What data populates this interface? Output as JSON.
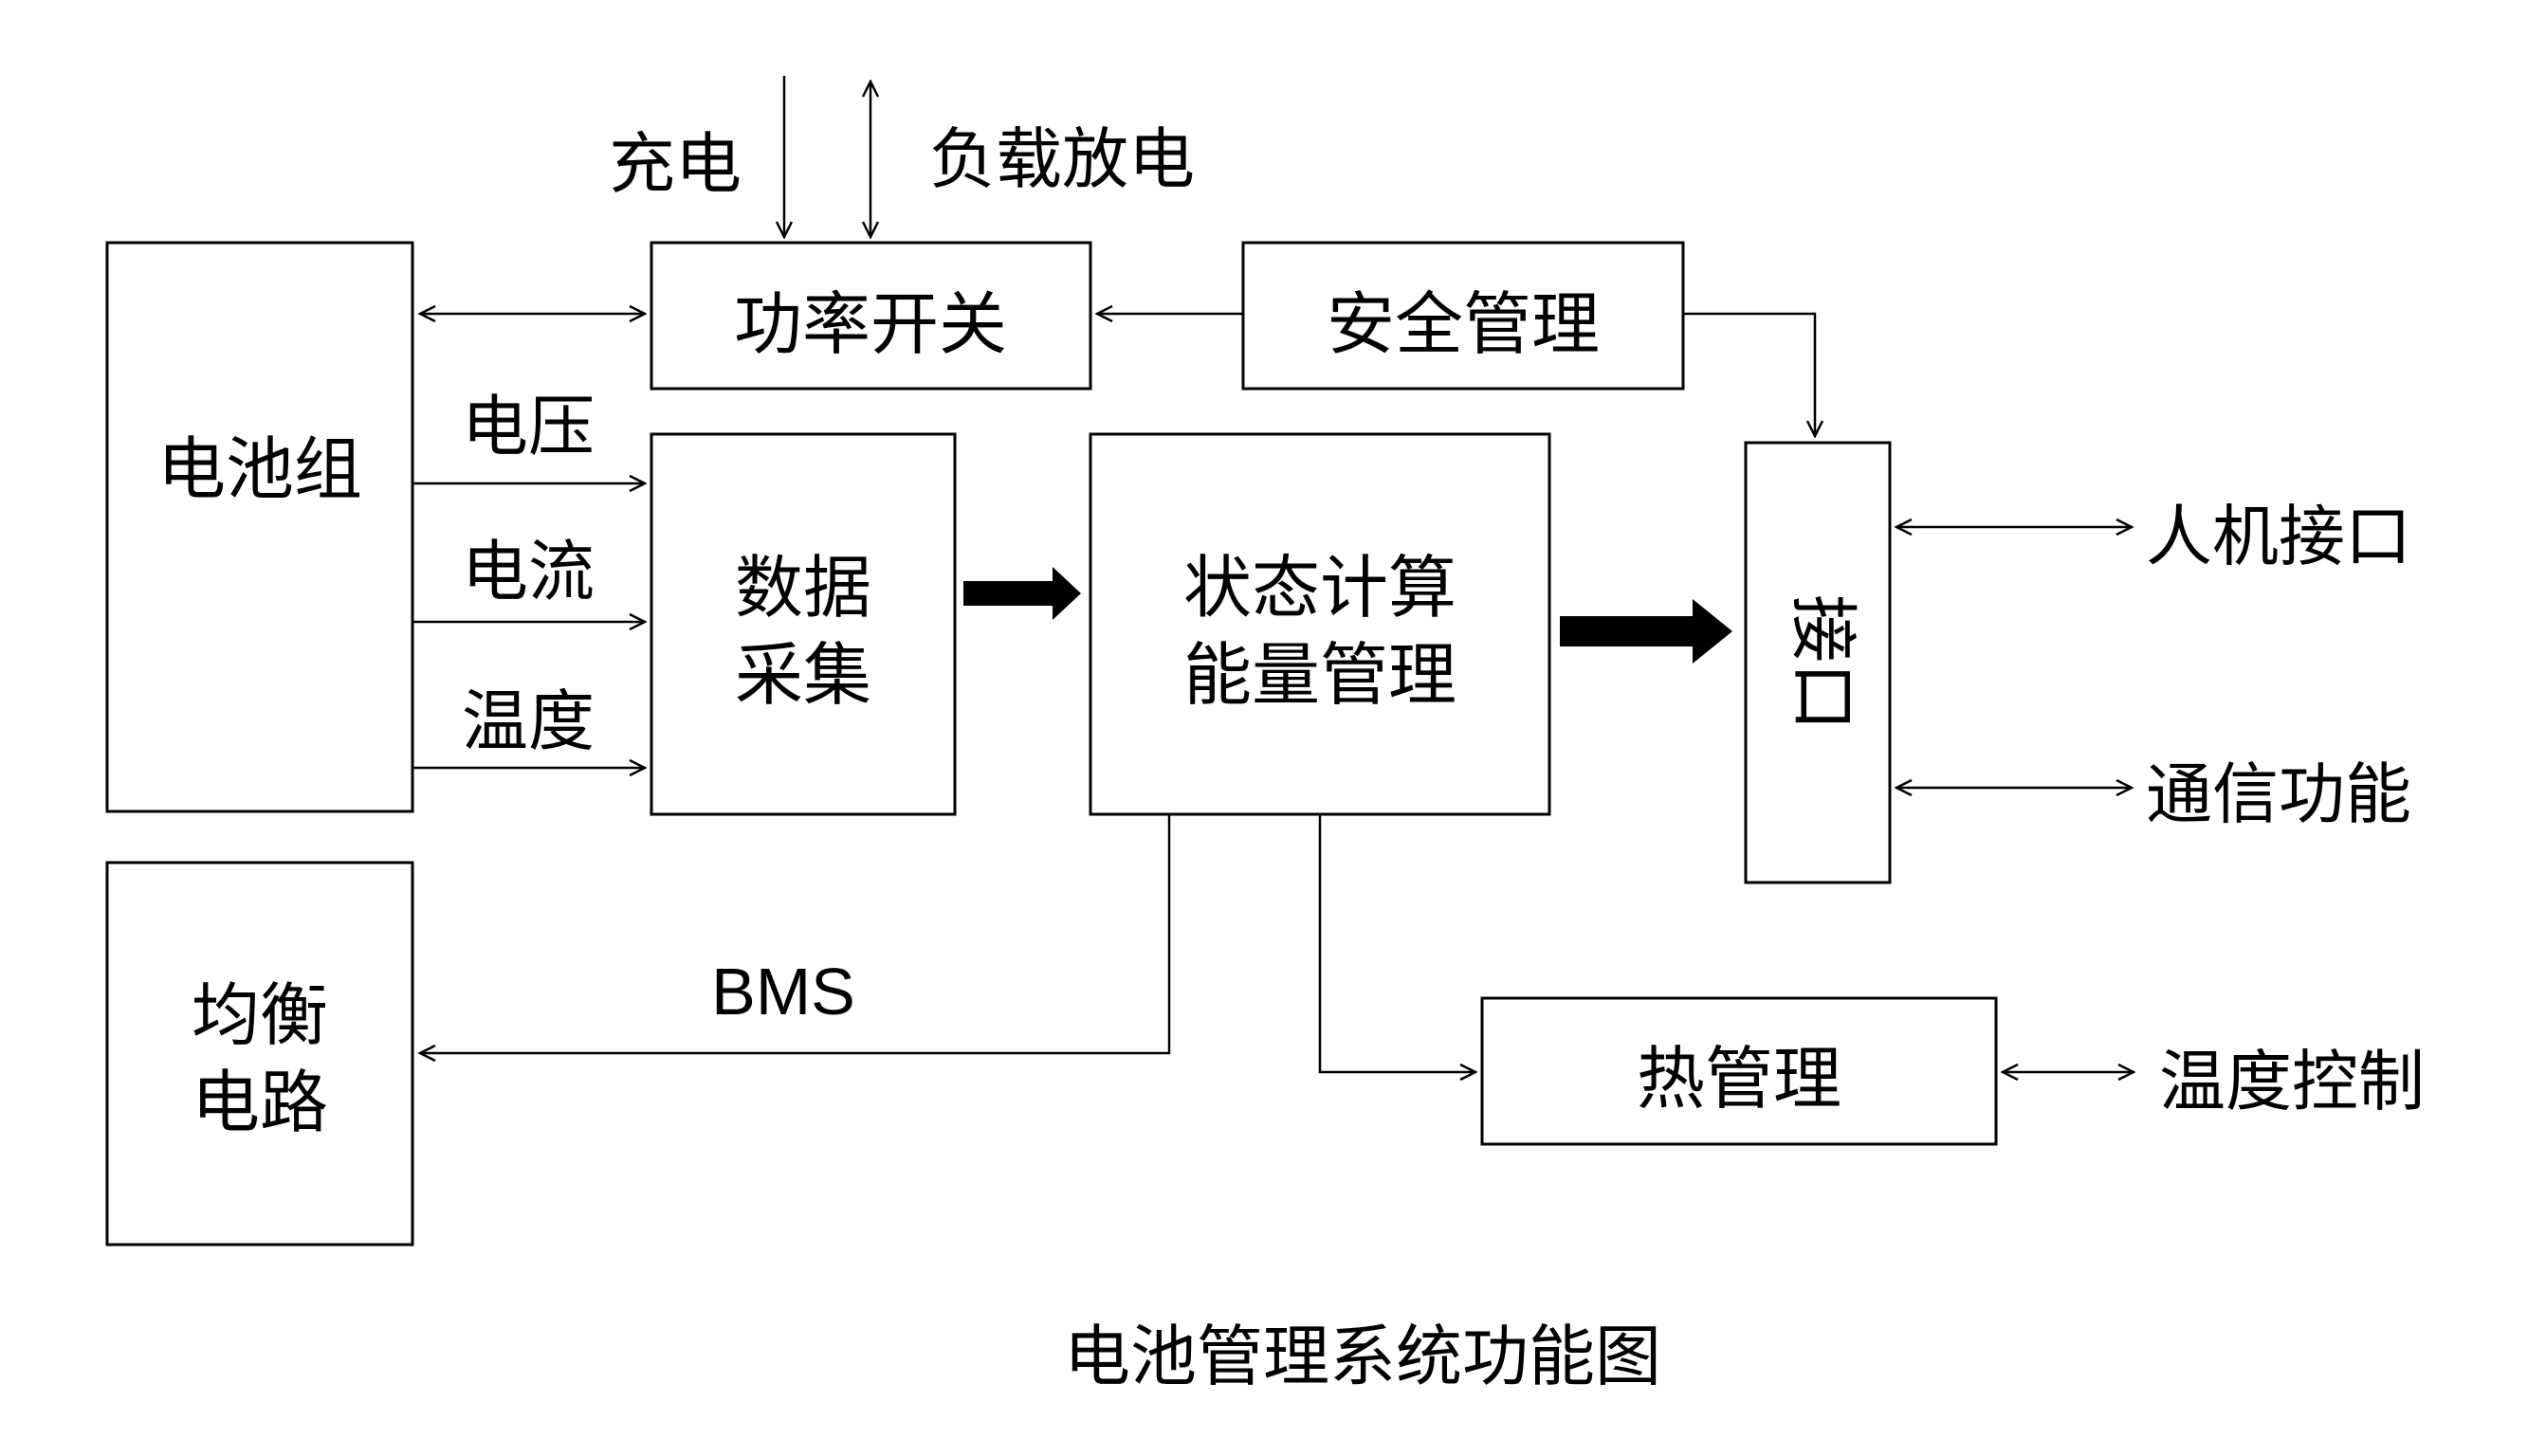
{
  "diagram": {
    "nodes": {
      "battery_pack": "电池组",
      "balancing_circuit_line1": "均衡",
      "balancing_circuit_line2": "电路",
      "power_switch": "功率开关",
      "safety_management": "安全管理",
      "data_acquisition_line1": "数据",
      "data_acquisition_line2": "采集",
      "state_calc_line1": "状态计算",
      "state_calc_line2": "能量管理",
      "interface": "接口",
      "thermal_management": "热管理"
    },
    "edge_labels": {
      "charge": "充电",
      "load_discharge": "负载放电",
      "voltage": "电压",
      "current": "电流",
      "temperature": "温度",
      "bms": "BMS",
      "hmi": "人机接口",
      "communication": "通信功能",
      "temperature_control": "温度控制"
    },
    "caption": "电池管理系统功能图"
  },
  "colors": {
    "stroke": "#000000",
    "background": "#ffffff"
  }
}
